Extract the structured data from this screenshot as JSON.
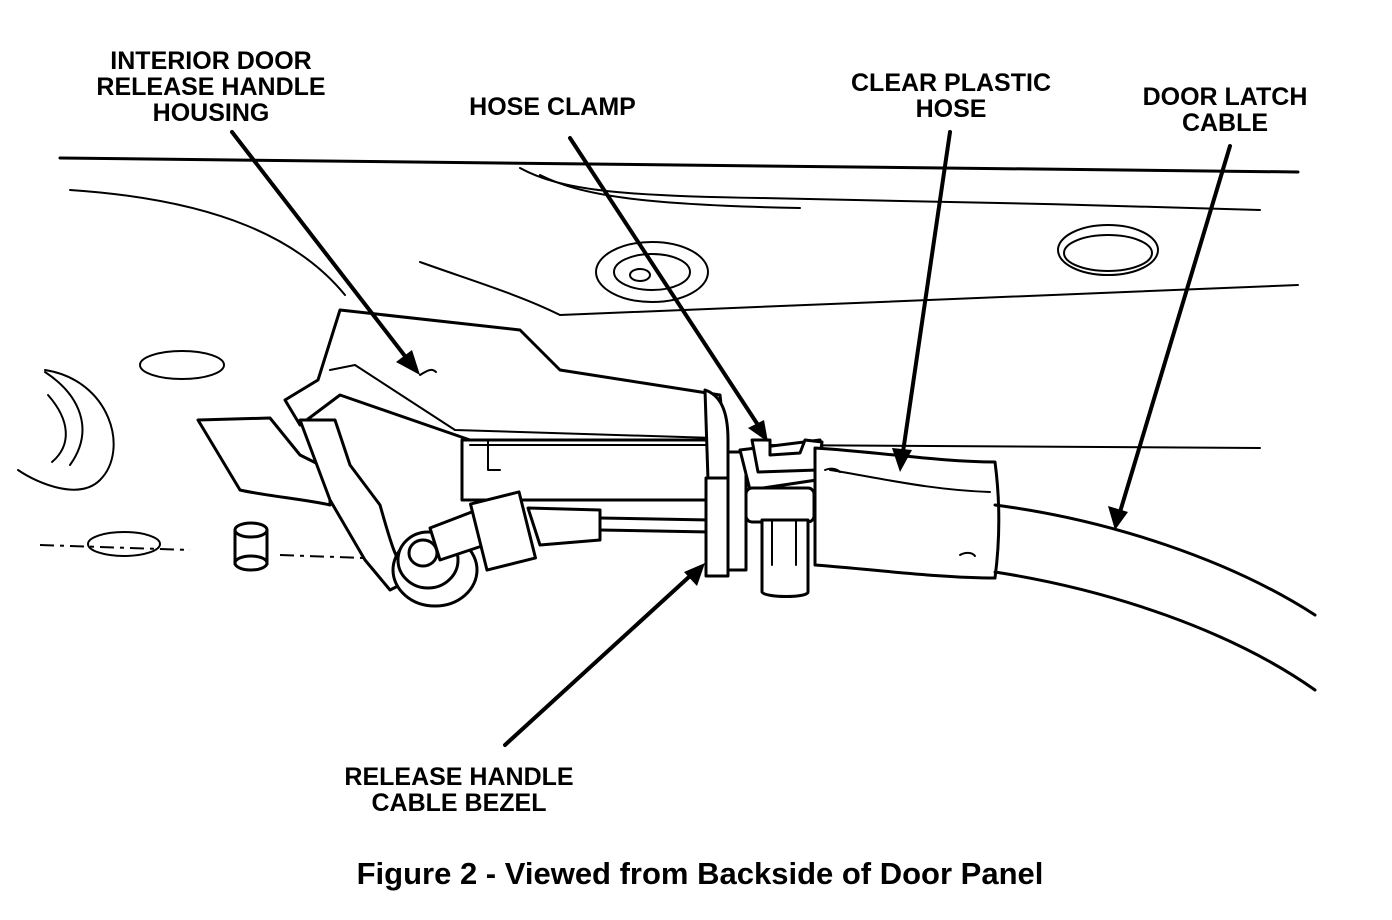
{
  "callouts": {
    "interior_handle_housing": [
      "INTERIOR DOOR",
      "RELEASE HANDLE",
      "HOUSING"
    ],
    "hose_clamp": [
      "HOSE CLAMP"
    ],
    "clear_plastic_hose": [
      "CLEAR PLASTIC",
      "HOSE"
    ],
    "door_latch_cable": [
      "DOOR LATCH",
      "CABLE"
    ],
    "release_handle_cable_bezel": [
      "RELEASE HANDLE",
      "CABLE BEZEL"
    ]
  },
  "caption": "Figure 2 - Viewed from Backside of Door Panel"
}
